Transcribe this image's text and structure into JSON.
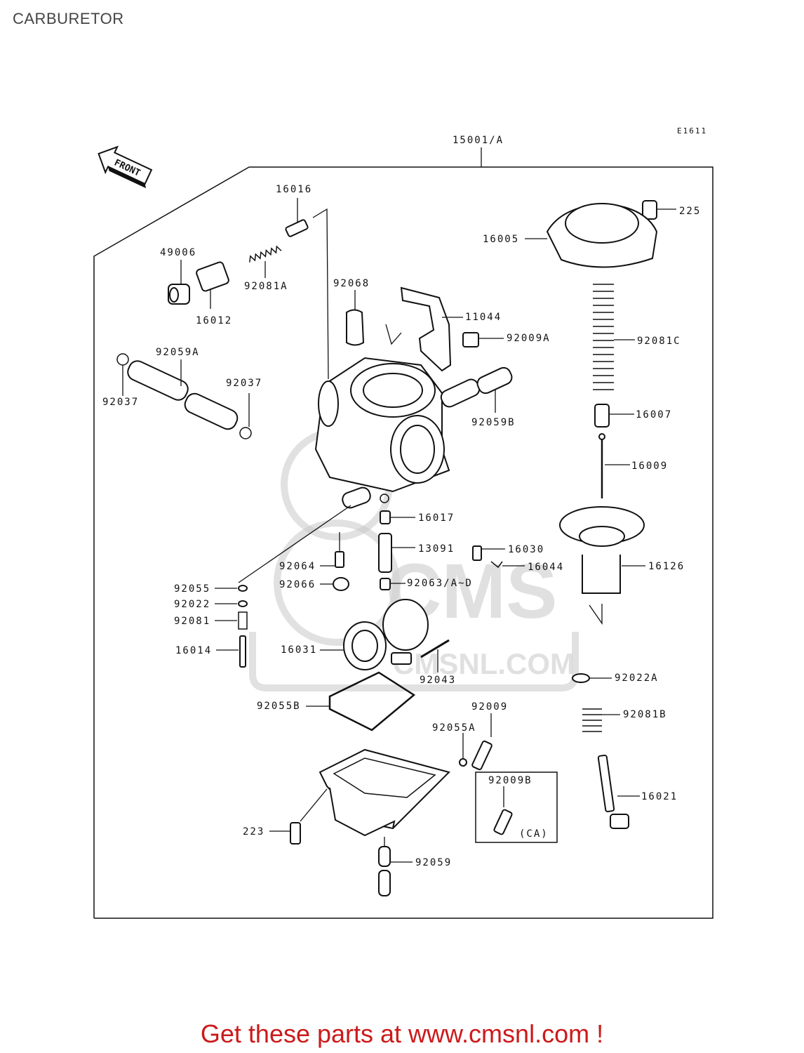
{
  "page": {
    "title": "CARBURETOR"
  },
  "diagram": {
    "code": "E1611",
    "front_label": "FRONT",
    "assembly_label": "15001/A",
    "ca_label": "(CA)",
    "parts": [
      {
        "id": "p1",
        "label": "16016"
      },
      {
        "id": "p2",
        "label": "49006"
      },
      {
        "id": "p3",
        "label": "92081A"
      },
      {
        "id": "p4",
        "label": "16012"
      },
      {
        "id": "p5",
        "label": "92068"
      },
      {
        "id": "p6",
        "label": "11044"
      },
      {
        "id": "p7",
        "label": "92009A"
      },
      {
        "id": "p8",
        "label": "92059A"
      },
      {
        "id": "p9",
        "label": "92037"
      },
      {
        "id": "p10",
        "label": "92037"
      },
      {
        "id": "p11",
        "label": "92059B"
      },
      {
        "id": "p12",
        "label": "225"
      },
      {
        "id": "p13",
        "label": "16005"
      },
      {
        "id": "p14",
        "label": "92081C"
      },
      {
        "id": "p15",
        "label": "16007"
      },
      {
        "id": "p16",
        "label": "16009"
      },
      {
        "id": "p17",
        "label": "16017"
      },
      {
        "id": "p18",
        "label": "13091"
      },
      {
        "id": "p19",
        "label": "16030"
      },
      {
        "id": "p20",
        "label": "16044"
      },
      {
        "id": "p21",
        "label": "16126"
      },
      {
        "id": "p22",
        "label": "92064"
      },
      {
        "id": "p23",
        "label": "92066"
      },
      {
        "id": "p24",
        "label": "92063/A~D"
      },
      {
        "id": "p25",
        "label": "92055"
      },
      {
        "id": "p26",
        "label": "92022"
      },
      {
        "id": "p27",
        "label": "92081"
      },
      {
        "id": "p28",
        "label": "16014"
      },
      {
        "id": "p29",
        "label": "16031"
      },
      {
        "id": "p30",
        "label": "92043"
      },
      {
        "id": "p31",
        "label": "92022A"
      },
      {
        "id": "p32",
        "label": "92055B"
      },
      {
        "id": "p33",
        "label": "92009"
      },
      {
        "id": "p34",
        "label": "92055A"
      },
      {
        "id": "p35",
        "label": "92081B"
      },
      {
        "id": "p36",
        "label": "92009B"
      },
      {
        "id": "p37",
        "label": "16021"
      },
      {
        "id": "p38",
        "label": "223"
      },
      {
        "id": "p39",
        "label": "92059"
      }
    ],
    "watermark": {
      "text1": "CMS",
      "text2": "CMSNL.COM"
    }
  },
  "footer": {
    "cta": "Get these parts at www.cmsnl.com !"
  }
}
